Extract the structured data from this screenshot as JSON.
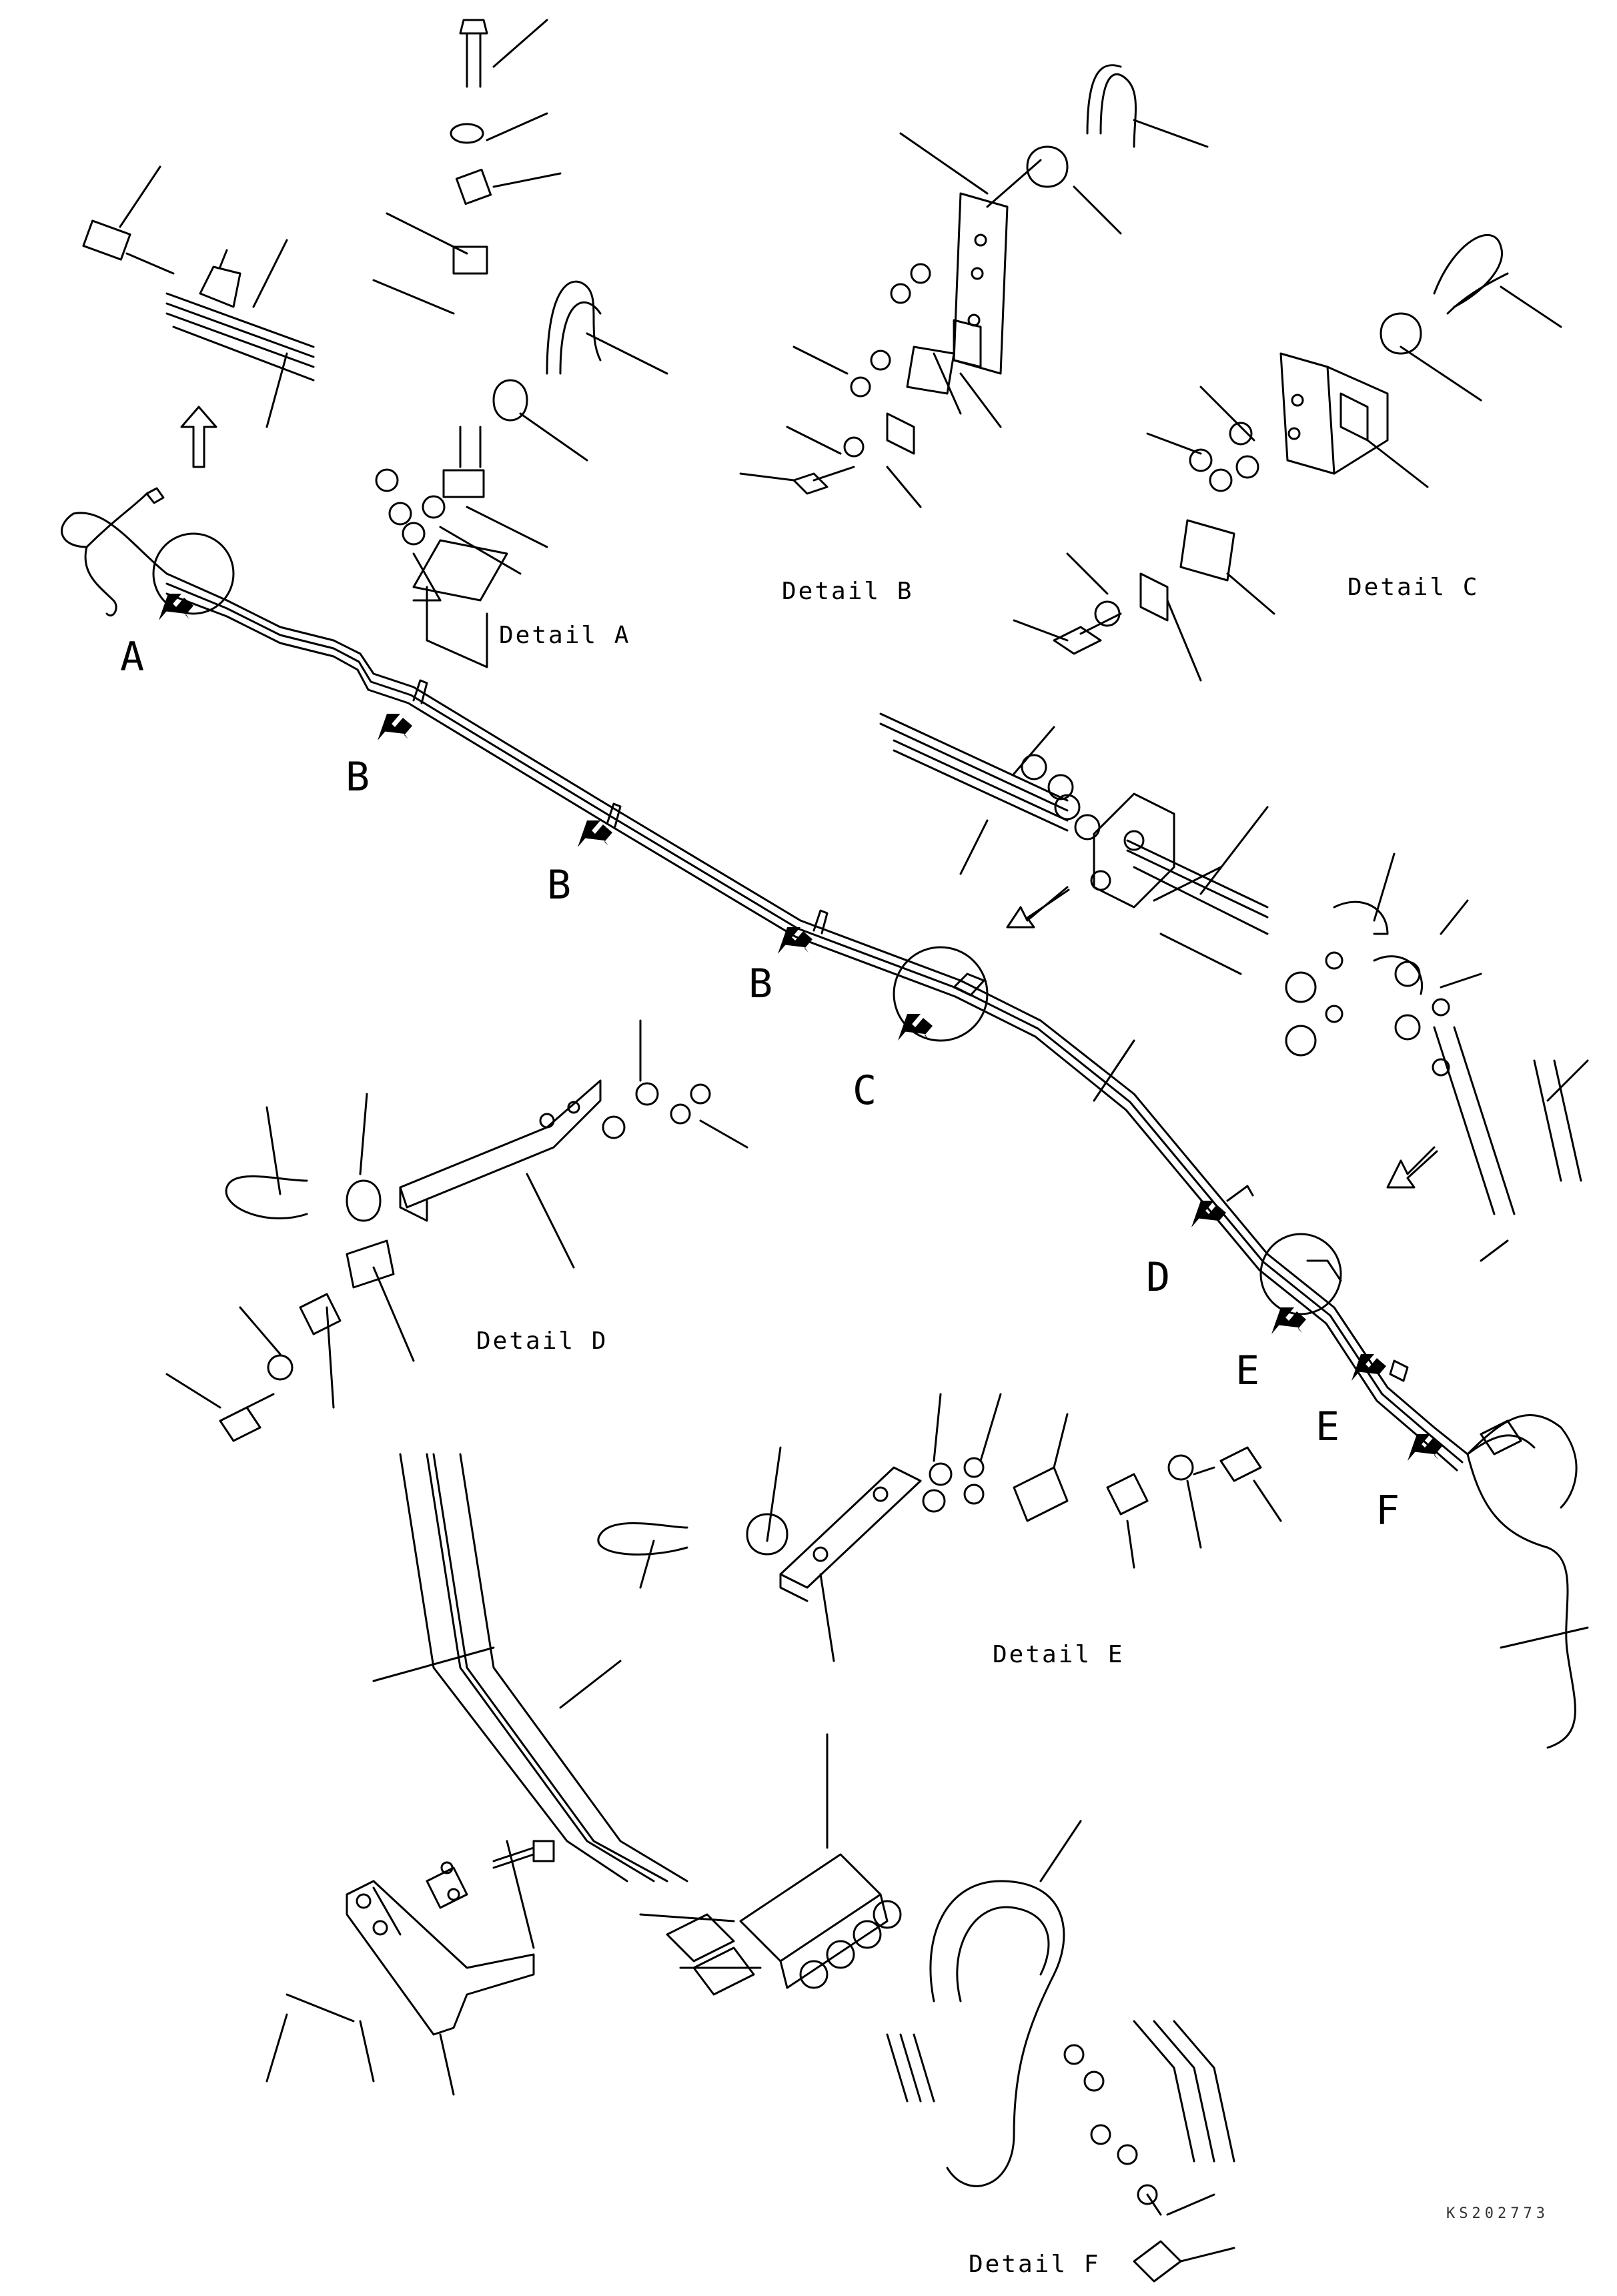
{
  "drawing_code": "KS202773",
  "detail_labels": {
    "a": "Detail A",
    "b": "Detail B",
    "c": "Detail C",
    "d": "Detail D",
    "e": "Detail E",
    "f": "Detail F"
  },
  "callouts": {
    "a": "A",
    "b1": "B",
    "b2": "B",
    "b3": "B",
    "c": "C",
    "d": "D",
    "e1": "E",
    "e2": "E",
    "f": "F"
  }
}
